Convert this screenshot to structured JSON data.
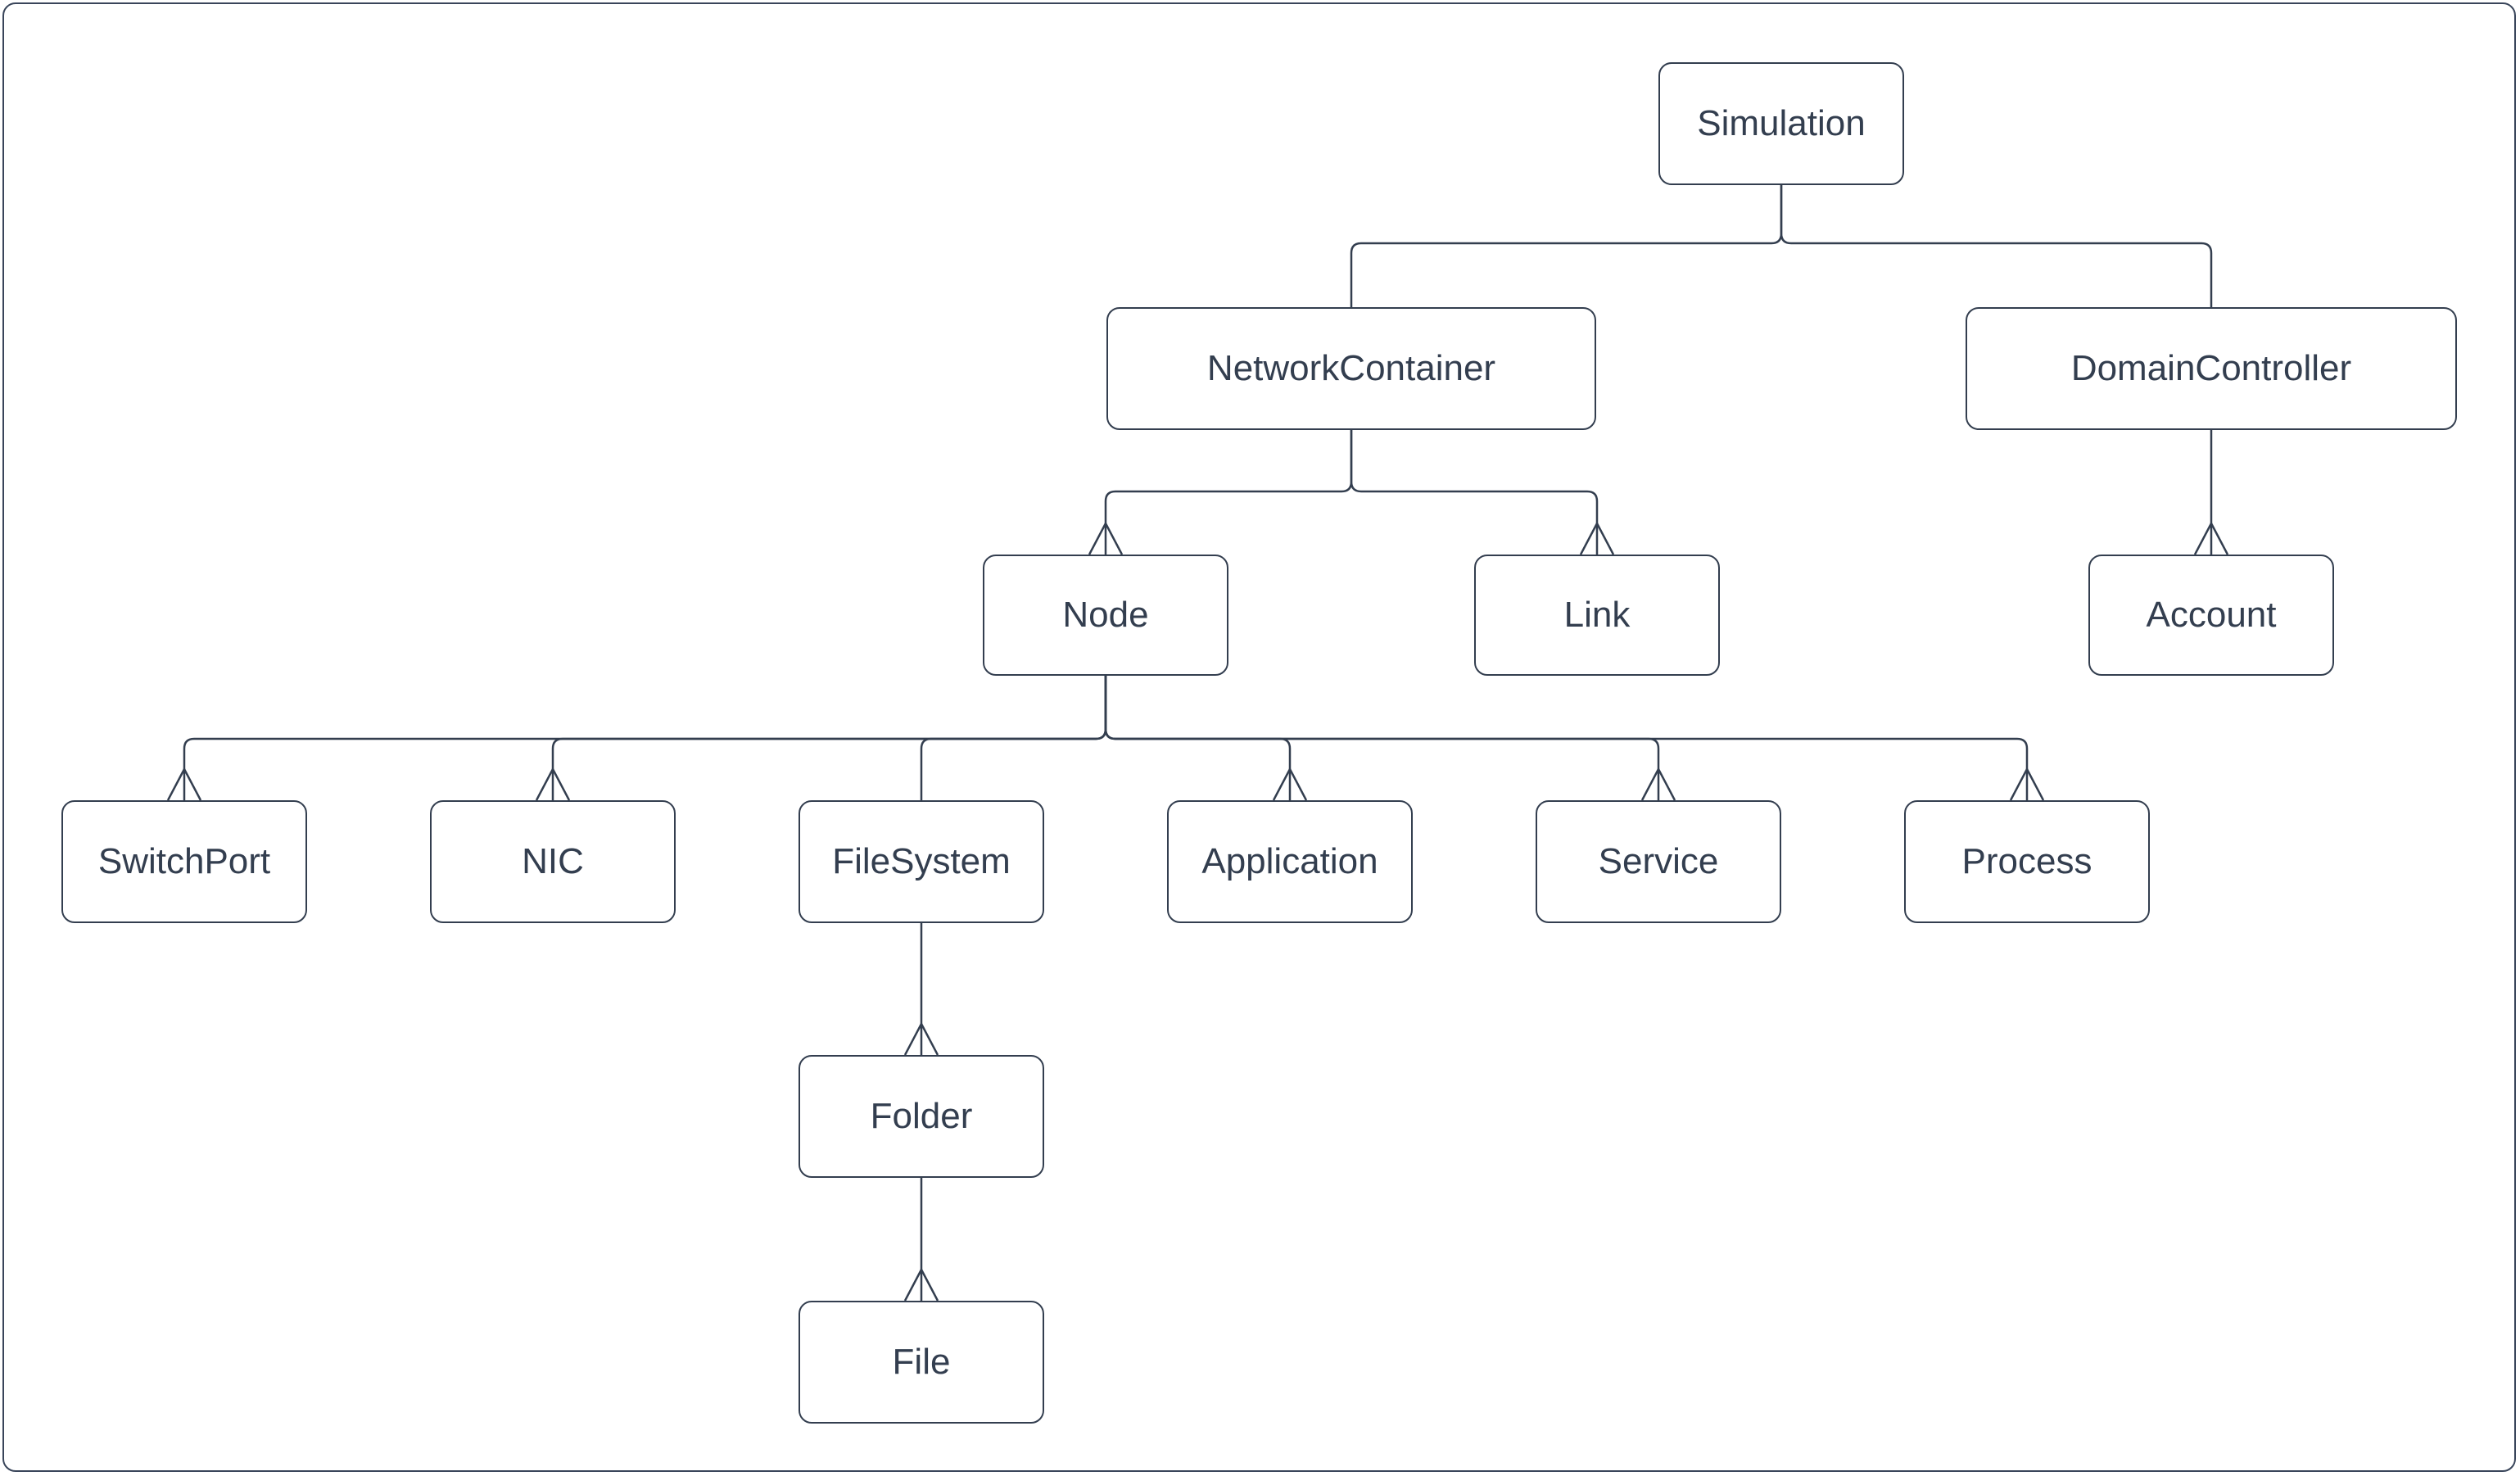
{
  "diagram": {
    "type": "tree-hierarchy",
    "colors": {
      "canvas_background": "#ffffff",
      "shape_fill": "#ffffff",
      "line": "#333e4f",
      "text": "#333e4f"
    },
    "nodes": [
      {
        "label": "Simulation",
        "parent": null
      },
      {
        "label": "NetworkContainer",
        "parent": "Simulation"
      },
      {
        "label": "DomainController",
        "parent": "Simulation"
      },
      {
        "label": "Node",
        "parent": "NetworkContainer"
      },
      {
        "label": "Link",
        "parent": "NetworkContainer"
      },
      {
        "label": "Account",
        "parent": "DomainController"
      },
      {
        "label": "SwitchPort",
        "parent": "Node"
      },
      {
        "label": "NIC",
        "parent": "Node"
      },
      {
        "label": "FileSystem",
        "parent": "Node"
      },
      {
        "label": "Application",
        "parent": "Node"
      },
      {
        "label": "Service",
        "parent": "Node"
      },
      {
        "label": "Process",
        "parent": "Node"
      },
      {
        "label": "Folder",
        "parent": "FileSystem"
      },
      {
        "label": "File",
        "parent": "Folder"
      }
    ]
  }
}
